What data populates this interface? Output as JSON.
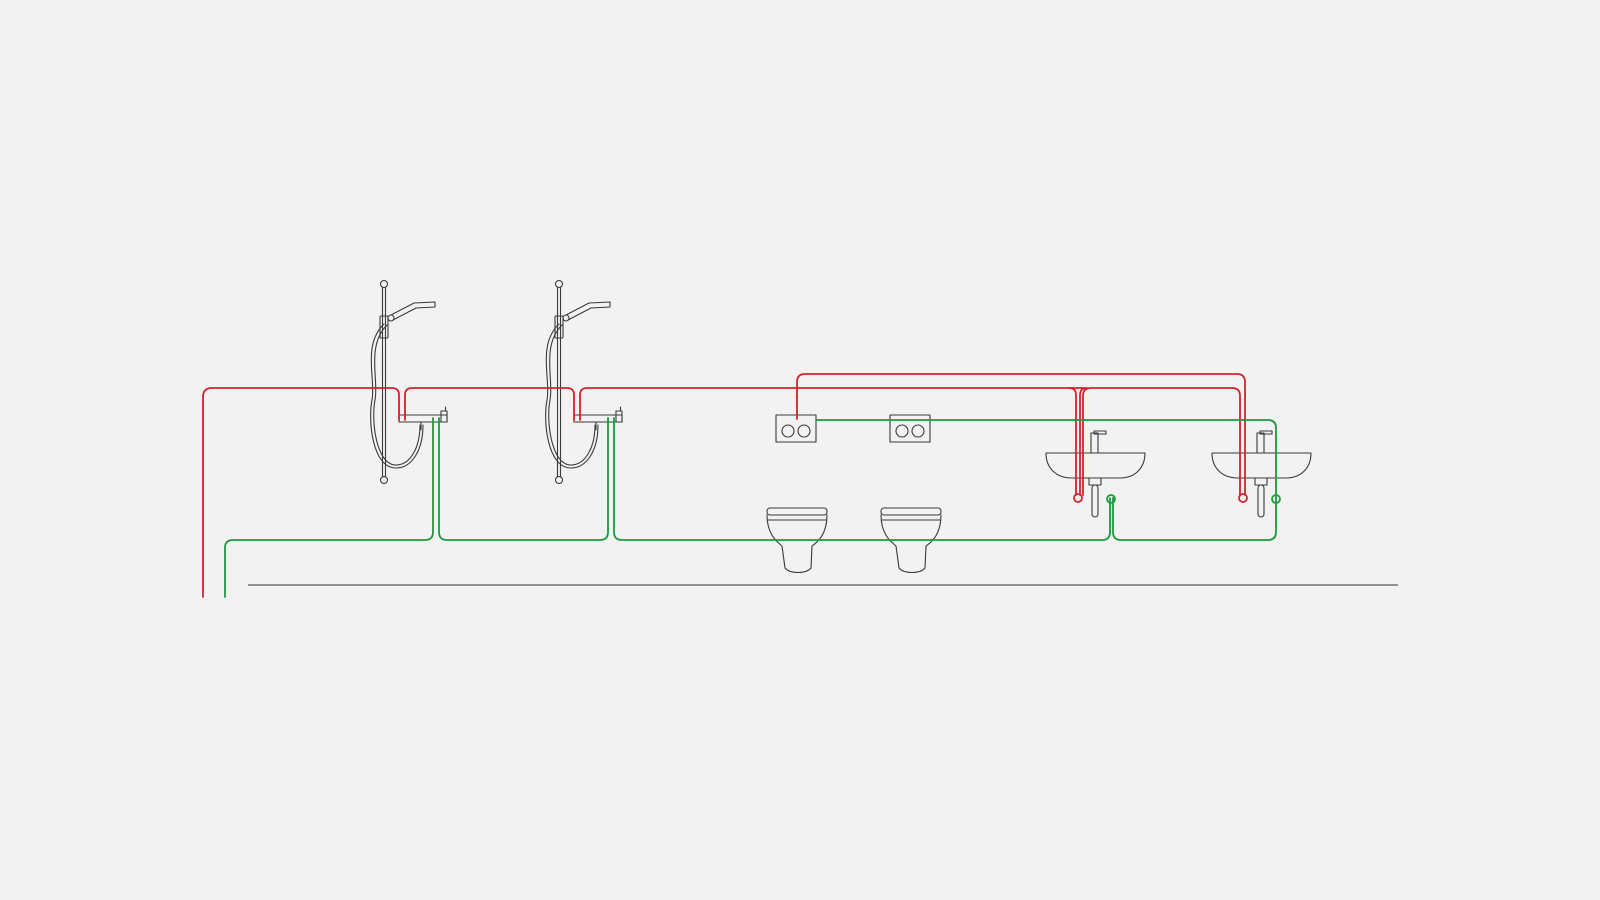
{
  "diagram": {
    "type": "plumbing-schematic",
    "background_color": "#f2f2f2",
    "fixture_outline_color": "#3a3a3a",
    "floor_line_color": "#333333",
    "hot_line": {
      "color": "#d0242b"
    },
    "cold_line": {
      "color": "#1e9a3e"
    },
    "fixtures": [
      {
        "id": "shower-1",
        "kind": "shower"
      },
      {
        "id": "shower-2",
        "kind": "shower"
      },
      {
        "id": "flush-plate-1",
        "kind": "flush-plate"
      },
      {
        "id": "flush-plate-2",
        "kind": "flush-plate"
      },
      {
        "id": "toilet-1",
        "kind": "wall-hung-toilet"
      },
      {
        "id": "toilet-2",
        "kind": "wall-hung-toilet"
      },
      {
        "id": "basin-1",
        "kind": "washbasin"
      },
      {
        "id": "basin-2",
        "kind": "washbasin"
      }
    ]
  }
}
